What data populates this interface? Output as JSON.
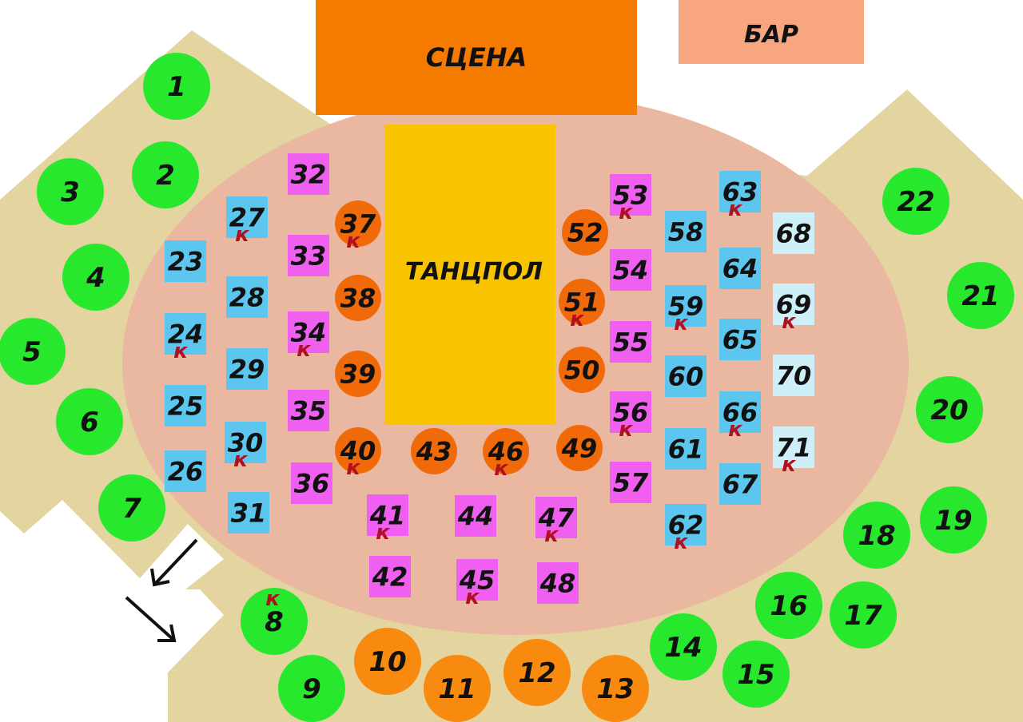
{
  "zones": {
    "stage": "СЦЕНА",
    "bar": "БАР",
    "dance_floor": "ТАНЦПОЛ"
  },
  "colors": {
    "outer_area": "#e3d4a0",
    "hall": "#eab8a0",
    "stage": "#f57a00",
    "bar": "#f7a680",
    "dance_floor": "#f8c400",
    "green_table": "#28e82e",
    "orange_table": "#f98a10",
    "orange_dark_table": "#f06a0a",
    "pink_table": "#f060f0",
    "blue_table": "#5cc6ee",
    "light_blue_table": "#cfeff8",
    "k_mark": "#b01020"
  },
  "reserved_mark": "к",
  "tables": [
    {
      "n": "1",
      "kind": "green-circle",
      "k": false
    },
    {
      "n": "2",
      "kind": "green-circle",
      "k": false
    },
    {
      "n": "3",
      "kind": "green-circle",
      "k": false
    },
    {
      "n": "4",
      "kind": "green-circle",
      "k": false
    },
    {
      "n": "5",
      "kind": "green-circle",
      "k": false
    },
    {
      "n": "6",
      "kind": "green-circle",
      "k": false
    },
    {
      "n": "7",
      "kind": "green-circle",
      "k": false
    },
    {
      "n": "8",
      "kind": "green-circle",
      "k": true
    },
    {
      "n": "9",
      "kind": "green-circle",
      "k": false
    },
    {
      "n": "10",
      "kind": "orange-circle",
      "k": false
    },
    {
      "n": "11",
      "kind": "orange-circle",
      "k": false
    },
    {
      "n": "12",
      "kind": "orange-circle",
      "k": false
    },
    {
      "n": "13",
      "kind": "orange-circle",
      "k": false
    },
    {
      "n": "14",
      "kind": "green-circle",
      "k": false
    },
    {
      "n": "15",
      "kind": "green-circle",
      "k": false
    },
    {
      "n": "16",
      "kind": "green-circle",
      "k": false
    },
    {
      "n": "17",
      "kind": "green-circle",
      "k": false
    },
    {
      "n": "18",
      "kind": "green-circle",
      "k": false
    },
    {
      "n": "19",
      "kind": "green-circle",
      "k": false
    },
    {
      "n": "20",
      "kind": "green-circle",
      "k": false
    },
    {
      "n": "21",
      "kind": "green-circle",
      "k": false
    },
    {
      "n": "22",
      "kind": "green-circle",
      "k": false
    },
    {
      "n": "23",
      "kind": "blue-square",
      "k": false
    },
    {
      "n": "24",
      "kind": "blue-square",
      "k": true
    },
    {
      "n": "25",
      "kind": "blue-square",
      "k": false
    },
    {
      "n": "26",
      "kind": "blue-square",
      "k": false
    },
    {
      "n": "27",
      "kind": "blue-square",
      "k": true
    },
    {
      "n": "28",
      "kind": "blue-square",
      "k": false
    },
    {
      "n": "29",
      "kind": "blue-square",
      "k": false
    },
    {
      "n": "30",
      "kind": "blue-square",
      "k": true
    },
    {
      "n": "31",
      "kind": "blue-square",
      "k": false
    },
    {
      "n": "32",
      "kind": "pink-square",
      "k": false
    },
    {
      "n": "33",
      "kind": "pink-square",
      "k": false
    },
    {
      "n": "34",
      "kind": "pink-square",
      "k": true
    },
    {
      "n": "35",
      "kind": "pink-square",
      "k": false
    },
    {
      "n": "36",
      "kind": "pink-square",
      "k": false
    },
    {
      "n": "37",
      "kind": "orange-dark-circle",
      "k": true
    },
    {
      "n": "38",
      "kind": "orange-dark-circle",
      "k": false
    },
    {
      "n": "39",
      "kind": "orange-dark-circle",
      "k": false
    },
    {
      "n": "40",
      "kind": "orange-dark-circle",
      "k": true
    },
    {
      "n": "41",
      "kind": "pink-square",
      "k": true
    },
    {
      "n": "42",
      "kind": "pink-square",
      "k": false
    },
    {
      "n": "43",
      "kind": "orange-dark-circle",
      "k": false
    },
    {
      "n": "44",
      "kind": "pink-square",
      "k": false
    },
    {
      "n": "45",
      "kind": "pink-square",
      "k": true
    },
    {
      "n": "46",
      "kind": "orange-dark-circle",
      "k": true
    },
    {
      "n": "47",
      "kind": "pink-square",
      "k": true
    },
    {
      "n": "48",
      "kind": "pink-square",
      "k": false
    },
    {
      "n": "49",
      "kind": "orange-dark-circle",
      "k": false
    },
    {
      "n": "50",
      "kind": "orange-dark-circle",
      "k": false
    },
    {
      "n": "51",
      "kind": "orange-dark-circle",
      "k": true
    },
    {
      "n": "52",
      "kind": "orange-dark-circle",
      "k": false
    },
    {
      "n": "53",
      "kind": "pink-square",
      "k": true
    },
    {
      "n": "54",
      "kind": "pink-square",
      "k": false
    },
    {
      "n": "55",
      "kind": "pink-square",
      "k": false
    },
    {
      "n": "56",
      "kind": "pink-square",
      "k": true
    },
    {
      "n": "57",
      "kind": "pink-square",
      "k": false
    },
    {
      "n": "58",
      "kind": "blue-square",
      "k": false
    },
    {
      "n": "59",
      "kind": "blue-square",
      "k": true
    },
    {
      "n": "60",
      "kind": "blue-square",
      "k": false
    },
    {
      "n": "61",
      "kind": "blue-square",
      "k": false
    },
    {
      "n": "62",
      "kind": "blue-square",
      "k": true
    },
    {
      "n": "63",
      "kind": "blue-square",
      "k": true
    },
    {
      "n": "64",
      "kind": "blue-square",
      "k": false
    },
    {
      "n": "65",
      "kind": "blue-square",
      "k": false
    },
    {
      "n": "66",
      "kind": "blue-square",
      "k": true
    },
    {
      "n": "67",
      "kind": "blue-square",
      "k": false
    },
    {
      "n": "68",
      "kind": "light-blue-square",
      "k": false
    },
    {
      "n": "69",
      "kind": "light-blue-square",
      "k": true
    },
    {
      "n": "70",
      "kind": "light-blue-square",
      "k": false
    },
    {
      "n": "71",
      "kind": "light-blue-square",
      "k": true
    }
  ]
}
